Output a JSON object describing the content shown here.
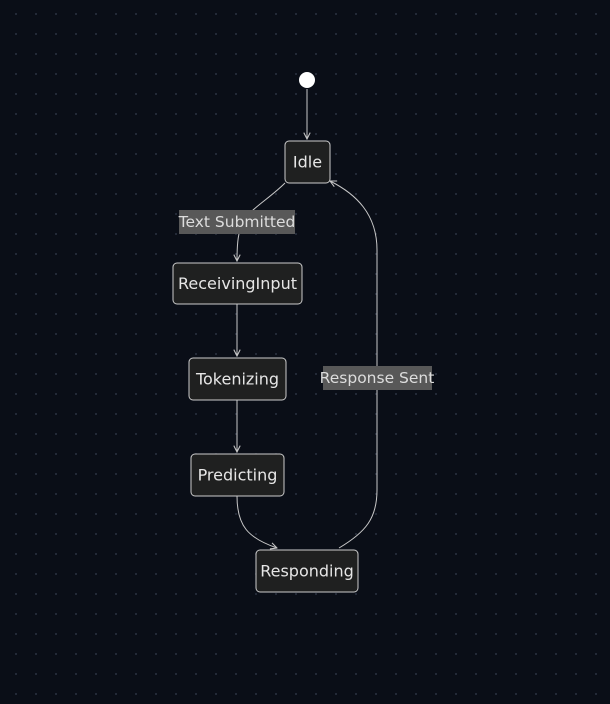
{
  "diagram": {
    "type": "state-diagram",
    "start": "start",
    "states": [
      {
        "id": "idle",
        "label": "Idle"
      },
      {
        "id": "receiving",
        "label": "ReceivingInput"
      },
      {
        "id": "tokenizing",
        "label": "Tokenizing"
      },
      {
        "id": "predicting",
        "label": "Predicting"
      },
      {
        "id": "responding",
        "label": "Responding"
      }
    ],
    "transitions": [
      {
        "from": "start",
        "to": "idle",
        "label": ""
      },
      {
        "from": "idle",
        "to": "receiving",
        "label": "Text Submitted"
      },
      {
        "from": "receiving",
        "to": "tokenizing",
        "label": ""
      },
      {
        "from": "tokenizing",
        "to": "predicting",
        "label": ""
      },
      {
        "from": "predicting",
        "to": "responding",
        "label": ""
      },
      {
        "from": "responding",
        "to": "idle",
        "label": "Response Sent"
      }
    ]
  },
  "colors": {
    "background": "#0a0e17",
    "node_fill": "#1f2020",
    "node_stroke": "#cccccc",
    "node_text": "#e6e6e6",
    "edge": "#c8c8c8",
    "label_bg": "#585858",
    "label_text": "#dddddd",
    "start_dot": "#ffffff"
  }
}
